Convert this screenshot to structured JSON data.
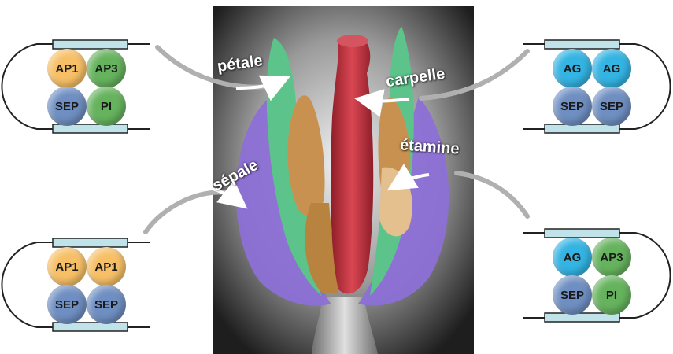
{
  "labels": {
    "petale": "pétale",
    "carpelle": "carpelle",
    "etamine": "étamine",
    "sepale": "sépale"
  },
  "complexes": {
    "top_left": {
      "a": "AP1",
      "b": "AP3",
      "c": "SEP",
      "d": "PI"
    },
    "top_right": {
      "a": "AG",
      "b": "AG",
      "c": "SEP",
      "d": "SEP"
    },
    "bottom_left": {
      "a": "AP1",
      "b": "AP1",
      "c": "SEP",
      "d": "SEP"
    },
    "bottom_right": {
      "a": "AG",
      "b": "AP3",
      "c": "SEP",
      "d": "PI"
    }
  },
  "colors": {
    "AP1": "#f7c067",
    "AP3": "#66b35e",
    "PI": "#66b35e",
    "SEP": "#6f8fc2",
    "AG": "#33b4e3",
    "sepal": "#8c6fd6",
    "petal": "#5cc48a",
    "stamen": "#c9914f",
    "carpel": "#c4353f",
    "dna_box": "#bfe3e8"
  }
}
